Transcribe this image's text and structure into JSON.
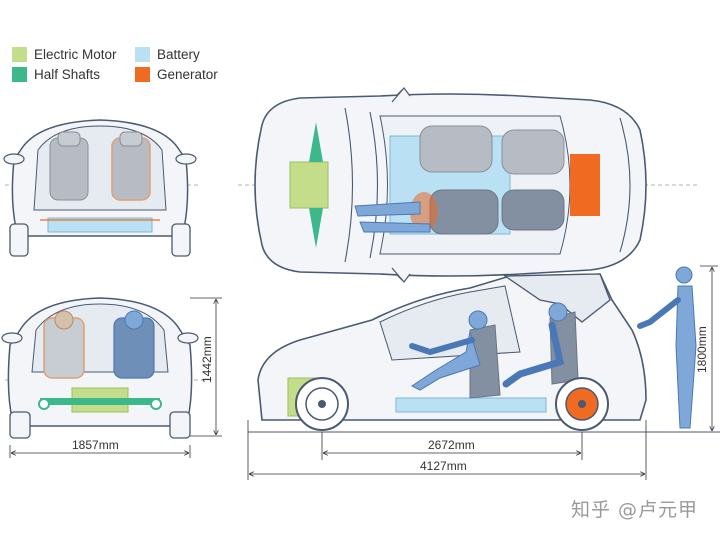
{
  "legend": {
    "items": [
      {
        "label": "Electric Motor",
        "color": "#c4dd8a"
      },
      {
        "label": "Battery",
        "color": "#b9e1f3"
      },
      {
        "label": "Half Shafts",
        "color": "#3cb88a"
      },
      {
        "label": "Generator",
        "color": "#f06a22"
      }
    ]
  },
  "dimensions": {
    "front_width": "1857mm",
    "height": "1442mm",
    "wheelbase": "2672mm",
    "length": "4127mm",
    "person_height": "1800mm"
  },
  "watermark": "知乎 @卢元甲",
  "colors": {
    "outline": "#4a5a70",
    "body_fill": "#f3f5f8",
    "seat": "#9aa0a8",
    "person": "#7fa8d8",
    "person_dark": "#4a78b6"
  }
}
